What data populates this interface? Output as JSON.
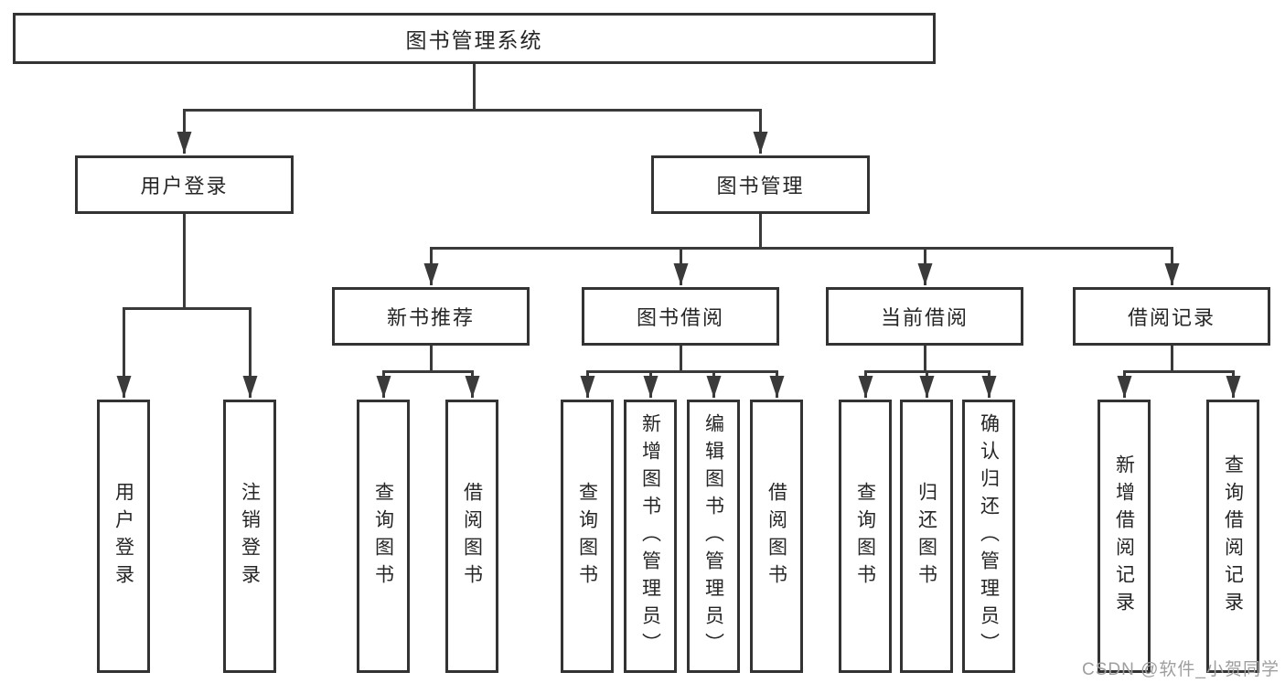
{
  "tree": {
    "root": "图书管理系统",
    "branches": [
      {
        "label": "用户登录",
        "children": [
          "用户登录",
          "注销登录"
        ]
      },
      {
        "label": "图书管理",
        "groups": [
          {
            "label": "新书推荐",
            "children": [
              "查询图书",
              "借阅图书"
            ]
          },
          {
            "label": "图书借阅",
            "children": [
              "查询图书",
              "新增图书（管理员）",
              "编辑图书（管理员）",
              "借阅图书"
            ]
          },
          {
            "label": "当前借阅",
            "children": [
              "查询图书",
              "归还图书",
              "确认归还（管理员）"
            ]
          },
          {
            "label": "借阅记录",
            "children": [
              "新增借阅记录",
              "查询借阅记录"
            ]
          }
        ]
      }
    ]
  },
  "watermark": {
    "text": "CSDN @软件_小贺同学"
  },
  "colors": {
    "line": "#3a3a3a",
    "box_border": "#333333",
    "text": "#262626",
    "watermark": "#9e9e9e",
    "background": "#ffffff"
  }
}
